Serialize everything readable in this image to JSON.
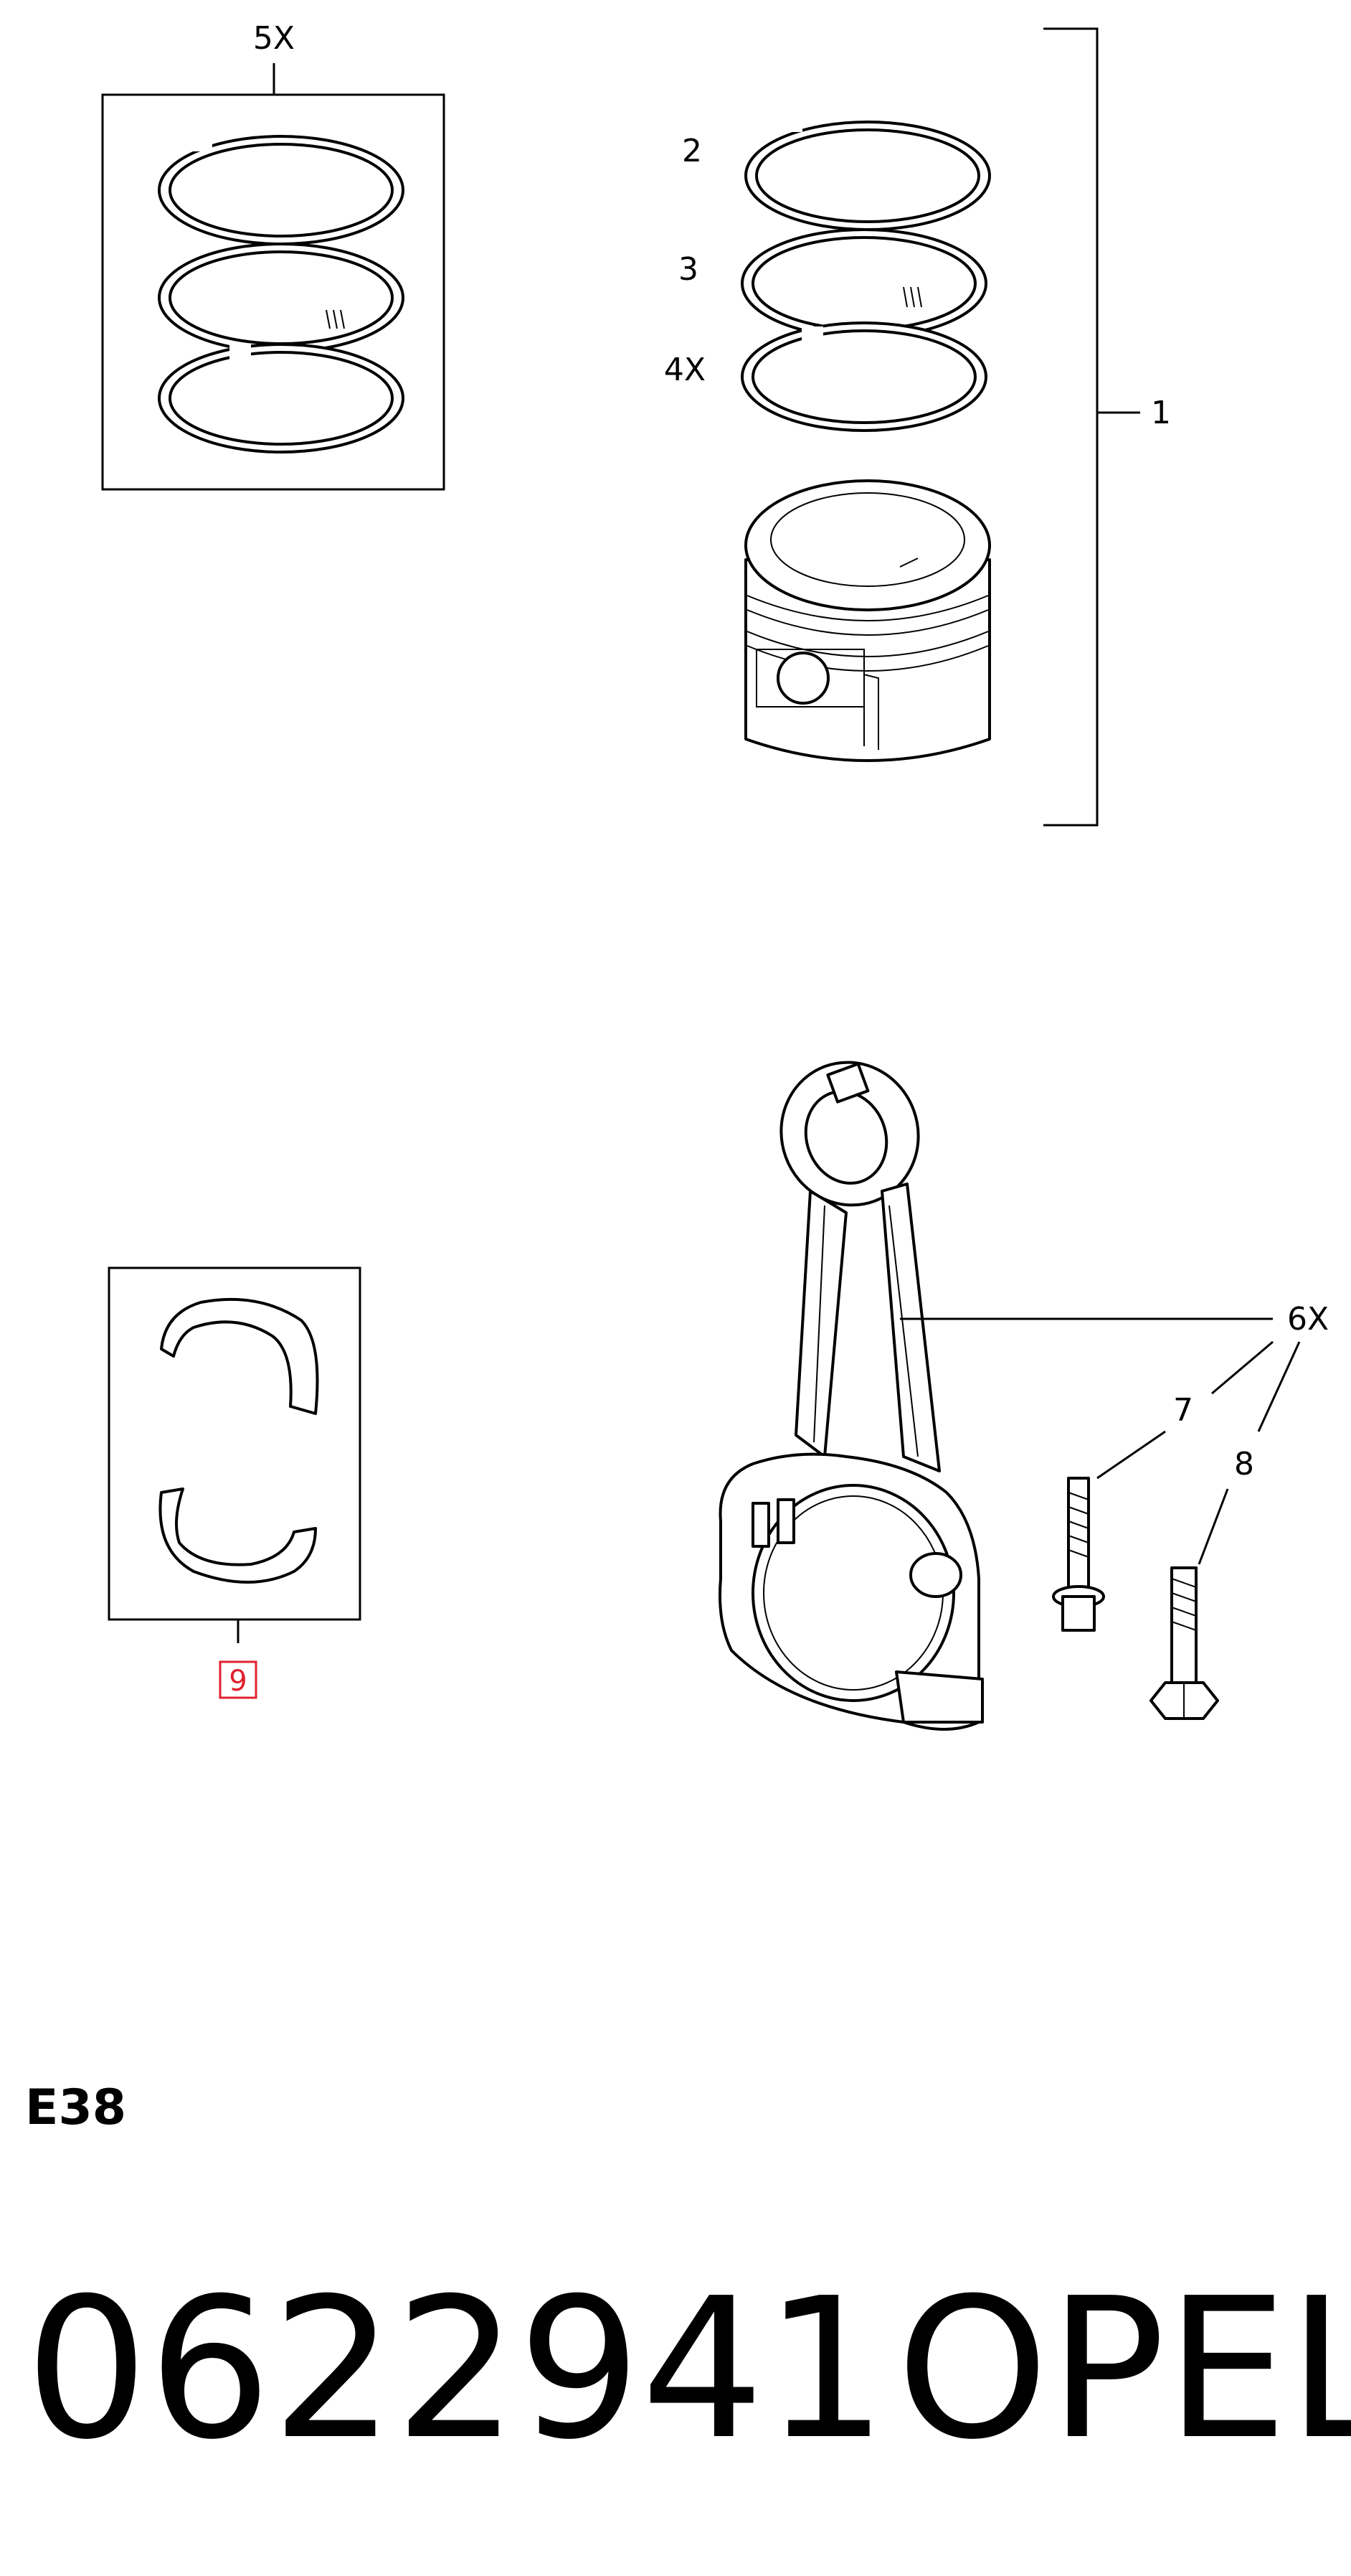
{
  "callouts": {
    "ring_set_qty": "5X",
    "ring_top": "2",
    "ring_second": "3",
    "ring_oil_qty": "4X",
    "piston_assembly": "1",
    "conrod_qty": "6X",
    "bolt_short": "7",
    "bolt_long": "8",
    "bearing": "9"
  },
  "engine_code": "E38",
  "footer": {
    "part_number": "0622941",
    "brand": "OPEL"
  },
  "colors": {
    "line": "#000000",
    "highlight": "#e0202f",
    "background": "#ffffff"
  }
}
